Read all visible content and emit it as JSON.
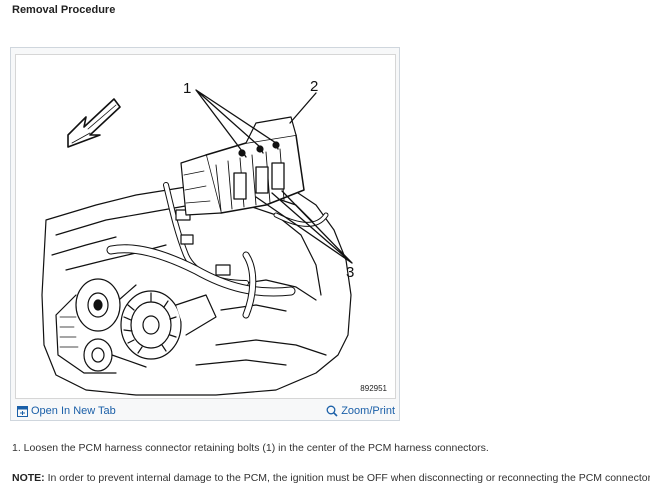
{
  "heading": "Removal Procedure",
  "figure": {
    "callouts": [
      "1",
      "2",
      "3"
    ],
    "figure_number": "892951",
    "open_tab_label": "Open In New Tab",
    "zoom_label": "Zoom/Print"
  },
  "steps": [
    "1. Loosen the PCM harness connector retaining bolts (1) in the center of the PCM harness connectors."
  ],
  "note": {
    "label": "NOTE:",
    "text": " In order to prevent internal damage to the PCM, the ignition must be OFF when disconnecting or reconnecting the PCM connector."
  },
  "colors": {
    "link": "#1a5fa8",
    "text": "#333333",
    "border": "#cfd6dd"
  }
}
